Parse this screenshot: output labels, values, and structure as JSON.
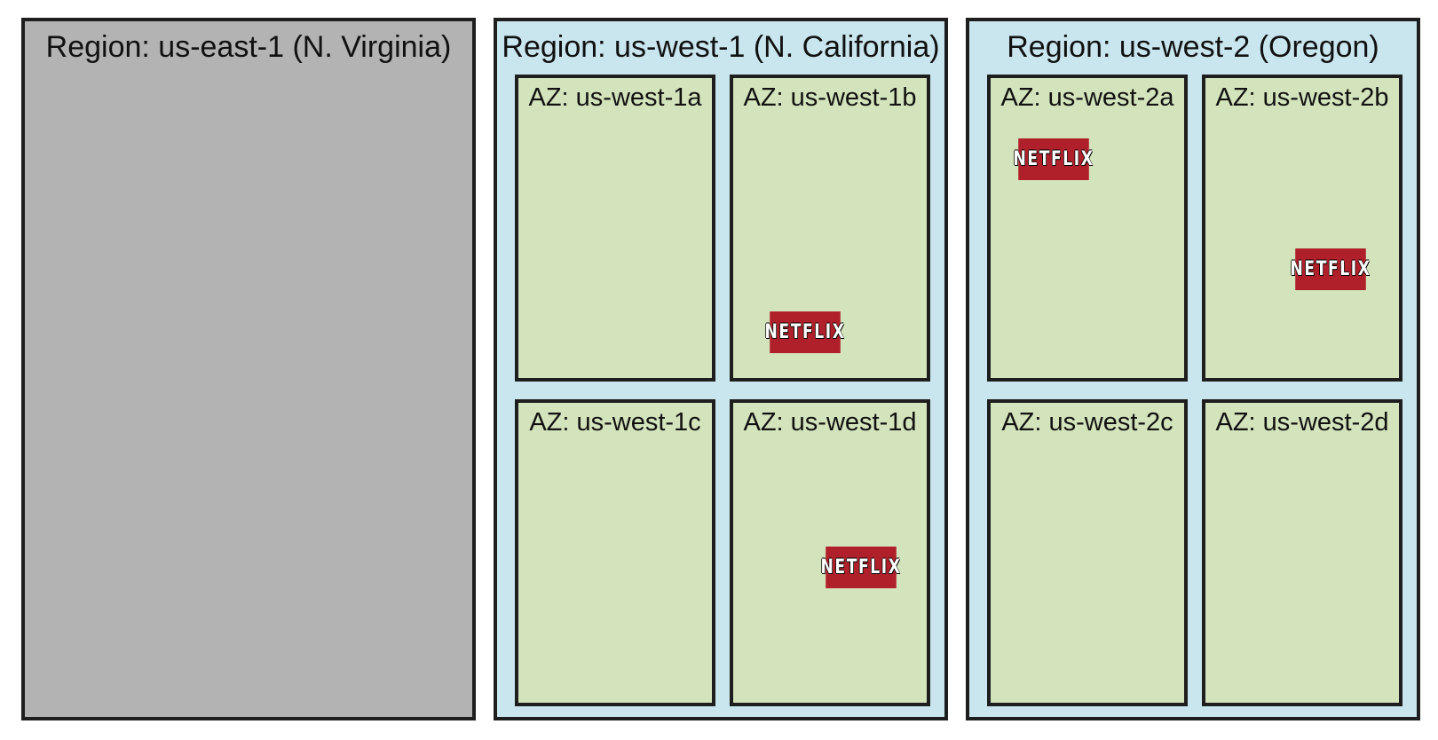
{
  "colors": {
    "region_unavailable": "#b3b3b3",
    "region_active": "#c9e6ef",
    "availability_zone": "#d3e4bc",
    "logo_background": "#b0202a",
    "border": "#1e1e1e"
  },
  "logo_text": "NETFLIX",
  "regions": [
    {
      "label": "Region: us-east-1 (N. Virginia)"
    },
    {
      "label": "Region: us-west-1 (N. California)",
      "zones": [
        {
          "label": "AZ: us-west-1a"
        },
        {
          "label": "AZ: us-west-1b"
        },
        {
          "label": "AZ: us-west-1c"
        },
        {
          "label": "AZ: us-west-1d"
        }
      ]
    },
    {
      "label": "Region: us-west-2 (Oregon)",
      "zones": [
        {
          "label": "AZ: us-west-2a"
        },
        {
          "label": "AZ: us-west-2b"
        },
        {
          "label": "AZ: us-west-2c"
        },
        {
          "label": "AZ: us-west-2d"
        }
      ]
    }
  ]
}
